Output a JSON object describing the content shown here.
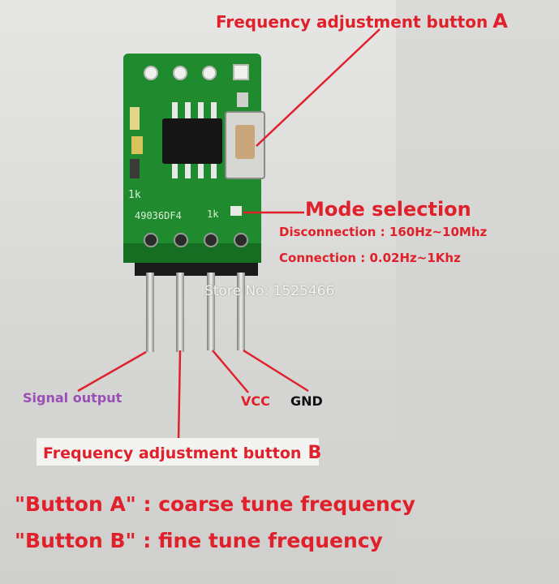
{
  "labels": {
    "button_a_title": "Frequency adjustment button",
    "button_a_letter": "A",
    "mode_title": "Mode selection",
    "mode_disconnection": "Disconnection : 160Hz~10Mhz",
    "mode_connection": "Connection : 0.02Hz~1Khz",
    "store": "Store No: 1525466",
    "signal_output": "Signal output",
    "vcc": "VCC",
    "gnd": "GND",
    "button_b_title": "Frequency adjustment button",
    "button_b_letter": "B",
    "note_a": "\"Button A\" : coarse tune frequency",
    "note_b": "\"Button B\" : fine tune frequency"
  },
  "board": {
    "pcb_silkscreen_chip": "49036DF4",
    "pcb_silkscreen_res1": "1k",
    "pcb_silkscreen_res2": "1k"
  },
  "colors": {
    "annotation_red": "#e0202a",
    "signal_purple": "#9a4fb5",
    "pcb_green": "#1f8a2e",
    "background": "#d9d9d7"
  }
}
